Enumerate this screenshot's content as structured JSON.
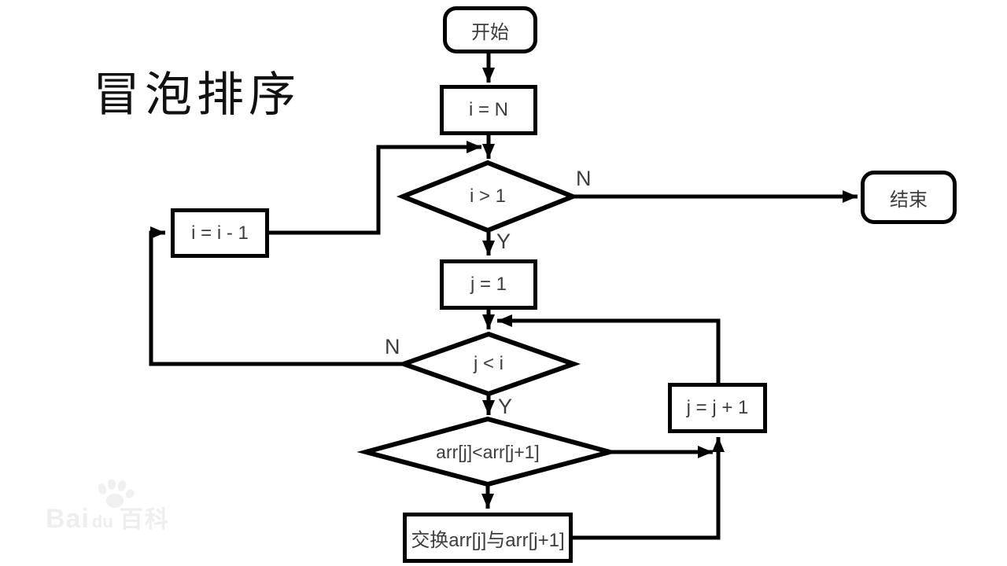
{
  "page": {
    "title": "冒泡排序",
    "background": "#ffffff",
    "colors": {
      "line": "#000000",
      "node_text": "#3d3d3d",
      "title_text": "#111111"
    }
  },
  "watermark": {
    "brand": "Bai",
    "brand2": "du",
    "suffix": "百科"
  },
  "flowchart": {
    "nodes": [
      {
        "id": "start",
        "type": "terminal",
        "label": "开始"
      },
      {
        "id": "set-i",
        "type": "process",
        "label": "i = N"
      },
      {
        "id": "check-i",
        "type": "decision",
        "label": "i > 1"
      },
      {
        "id": "end",
        "type": "terminal",
        "label": "结束"
      },
      {
        "id": "dec-i",
        "type": "process",
        "label": "i = i - 1"
      },
      {
        "id": "set-j",
        "type": "process",
        "label": "j = 1"
      },
      {
        "id": "check-j",
        "type": "decision",
        "label": "j < i"
      },
      {
        "id": "compare",
        "type": "decision",
        "label": "arr[j]<arr[j+1]"
      },
      {
        "id": "swap",
        "type": "process",
        "label": "交换arr[j]与arr[j+1]"
      },
      {
        "id": "inc-j",
        "type": "process",
        "label": "j = j + 1"
      }
    ],
    "branch_labels": [
      {
        "id": "check-i-no",
        "label": "N"
      },
      {
        "id": "check-i-yes",
        "label": "Y"
      },
      {
        "id": "check-j-no",
        "label": "N"
      },
      {
        "id": "check-j-yes",
        "label": "Y"
      }
    ]
  }
}
